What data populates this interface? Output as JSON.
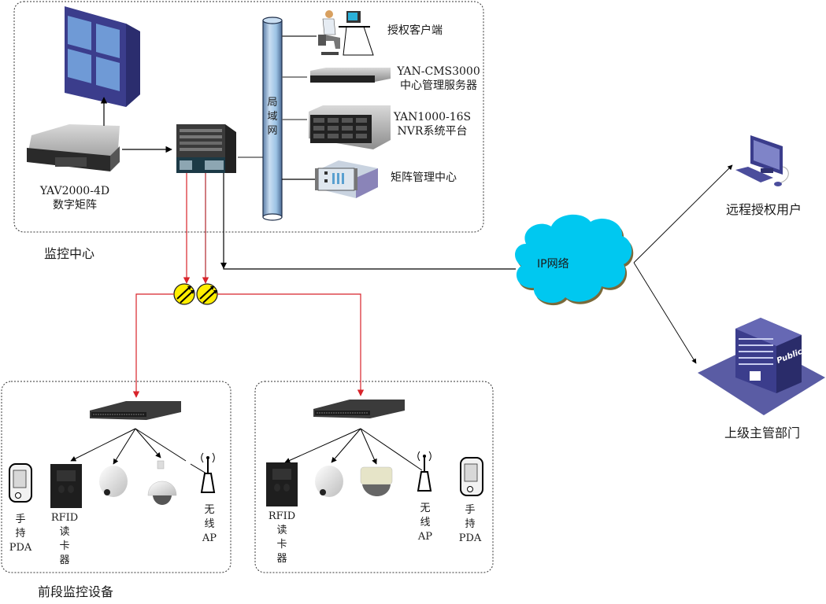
{
  "regions": {
    "monitoring_center": {
      "label": "监控中心"
    },
    "front_end": {
      "label": "前段监控设备"
    }
  },
  "center": {
    "video_wall": {
      "name": "video-wall"
    },
    "digital_matrix": {
      "model": "YAV2000-4D",
      "label": "数字矩阵"
    },
    "core_switch": {
      "name": "core-switch"
    },
    "lan": {
      "label_chars": [
        "局",
        "域",
        "网"
      ]
    },
    "lan_devices": [
      {
        "id": "client",
        "lines": [
          "授权客户端"
        ]
      },
      {
        "id": "cms",
        "lines": [
          "YAN-CMS3000",
          "中心管理服务器"
        ]
      },
      {
        "id": "nvr",
        "lines": [
          "YAN1000-16S",
          "NVR系统平台"
        ]
      },
      {
        "id": "matrix-mgmt",
        "lines": [
          "矩阵管理中心"
        ]
      }
    ]
  },
  "network": {
    "cloud_label": "IP网络",
    "remote": [
      {
        "id": "remote-user",
        "label": "远程授权用户"
      },
      {
        "id": "superior-dept",
        "label": "上级主管部门",
        "sign": "Public"
      }
    ]
  },
  "sites": [
    {
      "devices": [
        {
          "type": "pda",
          "label_chars": [
            "手",
            "持",
            "PDA"
          ]
        },
        {
          "type": "rfid",
          "label_chars": [
            "RFID",
            "读",
            "卡",
            "器"
          ]
        },
        {
          "type": "dome-camera",
          "label_chars": []
        },
        {
          "type": "speed-dome",
          "label_chars": []
        },
        {
          "type": "wireless-ap",
          "label_chars": [
            "无",
            "线",
            "AP"
          ]
        }
      ]
    },
    {
      "devices": [
        {
          "type": "rfid",
          "label_chars": [
            "RFID",
            "读",
            "卡",
            "器"
          ]
        },
        {
          "type": "dome-camera",
          "label_chars": []
        },
        {
          "type": "vandal-dome",
          "label_chars": []
        },
        {
          "type": "wireless-ap",
          "label_chars": [
            "无",
            "线",
            "AP"
          ]
        },
        {
          "type": "pda",
          "label_chars": [
            "手",
            "持",
            "PDA"
          ]
        }
      ]
    }
  ],
  "colors": {
    "link_red": "#d8232a",
    "link_black": "#000000",
    "cloud": "#00c8f0",
    "lan_pipe": "#9cc3e4",
    "optic": "#ffee00",
    "device_navy": "#3b3d8c"
  }
}
